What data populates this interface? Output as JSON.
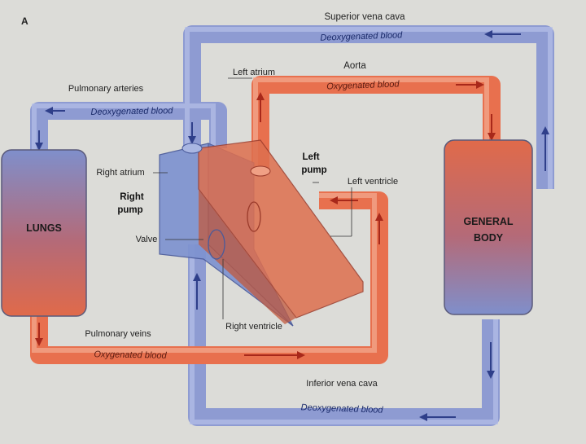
{
  "figure_label": "A",
  "organs": {
    "lungs": "LUNGS",
    "general_body_line1": "GENERAL",
    "general_body_line2": "BODY"
  },
  "vessels": {
    "superior_vena_cava": "Superior vena cava",
    "aorta": "Aorta",
    "pulmonary_arteries": "Pulmonary arteries",
    "pulmonary_veins": "Pulmonary veins",
    "inferior_vena_cava": "Inferior vena cava"
  },
  "flow_labels": {
    "deoxygenated": "Deoxygenated blood",
    "oxygenated": "Oxygenated blood"
  },
  "heart": {
    "left_atrium": "Left atrium",
    "left_pump_line1": "Left",
    "left_pump_line2": "pump",
    "left_ventricle": "Left ventricle",
    "right_atrium": "Right atrium",
    "right_pump_line1": "Right",
    "right_pump_line2": "pump",
    "valve": "Valve",
    "right_ventricle": "Right ventricle"
  },
  "colors": {
    "deoxygenated": "#7f8fcb",
    "oxygenated": "#e06a4a",
    "page": "#dcdcd8"
  }
}
